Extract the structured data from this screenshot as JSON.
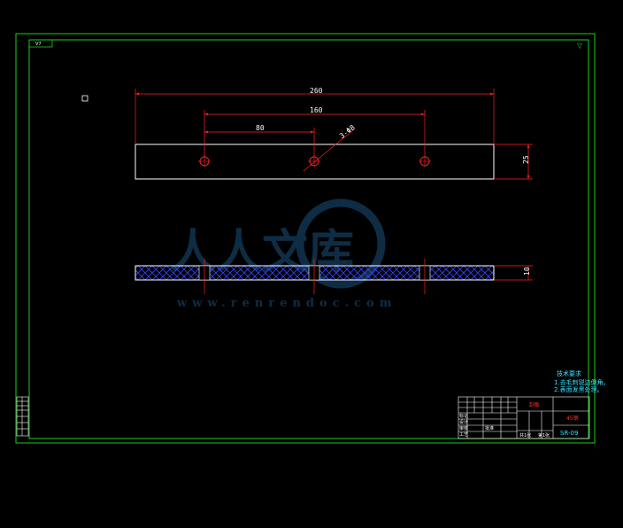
{
  "sheet": {
    "zone_label": "V7",
    "corner_mark": "▽"
  },
  "dimensions": {
    "overall_length": "260",
    "hole_span": "160",
    "hole_pitch": "80",
    "hole_callout": "3-Φ8",
    "width": "25",
    "thickness": "10"
  },
  "watermark": {
    "text": "人人文库",
    "url": "www.renrendoc.com"
  },
  "tech_notes": {
    "title": "技术要求",
    "line1": "1.去毛刺锐边倒角。",
    "line2": "2.表面发黑处理。"
  },
  "title_block": {
    "part_name": "刮板",
    "material": "45钢",
    "drawing_no": "SR-09",
    "sheet_info": "共1张",
    "sheet_info2": "第1张",
    "rows": [
      "标记",
      "设计",
      "审核",
      "工艺",
      "批准"
    ]
  },
  "colors": {
    "frame": "#19d219",
    "dimension": "#ff2020",
    "outline": "#ffffff",
    "hatch": "#3344ff",
    "watermark": "#0e2d45",
    "notes": "#35e0ff"
  }
}
